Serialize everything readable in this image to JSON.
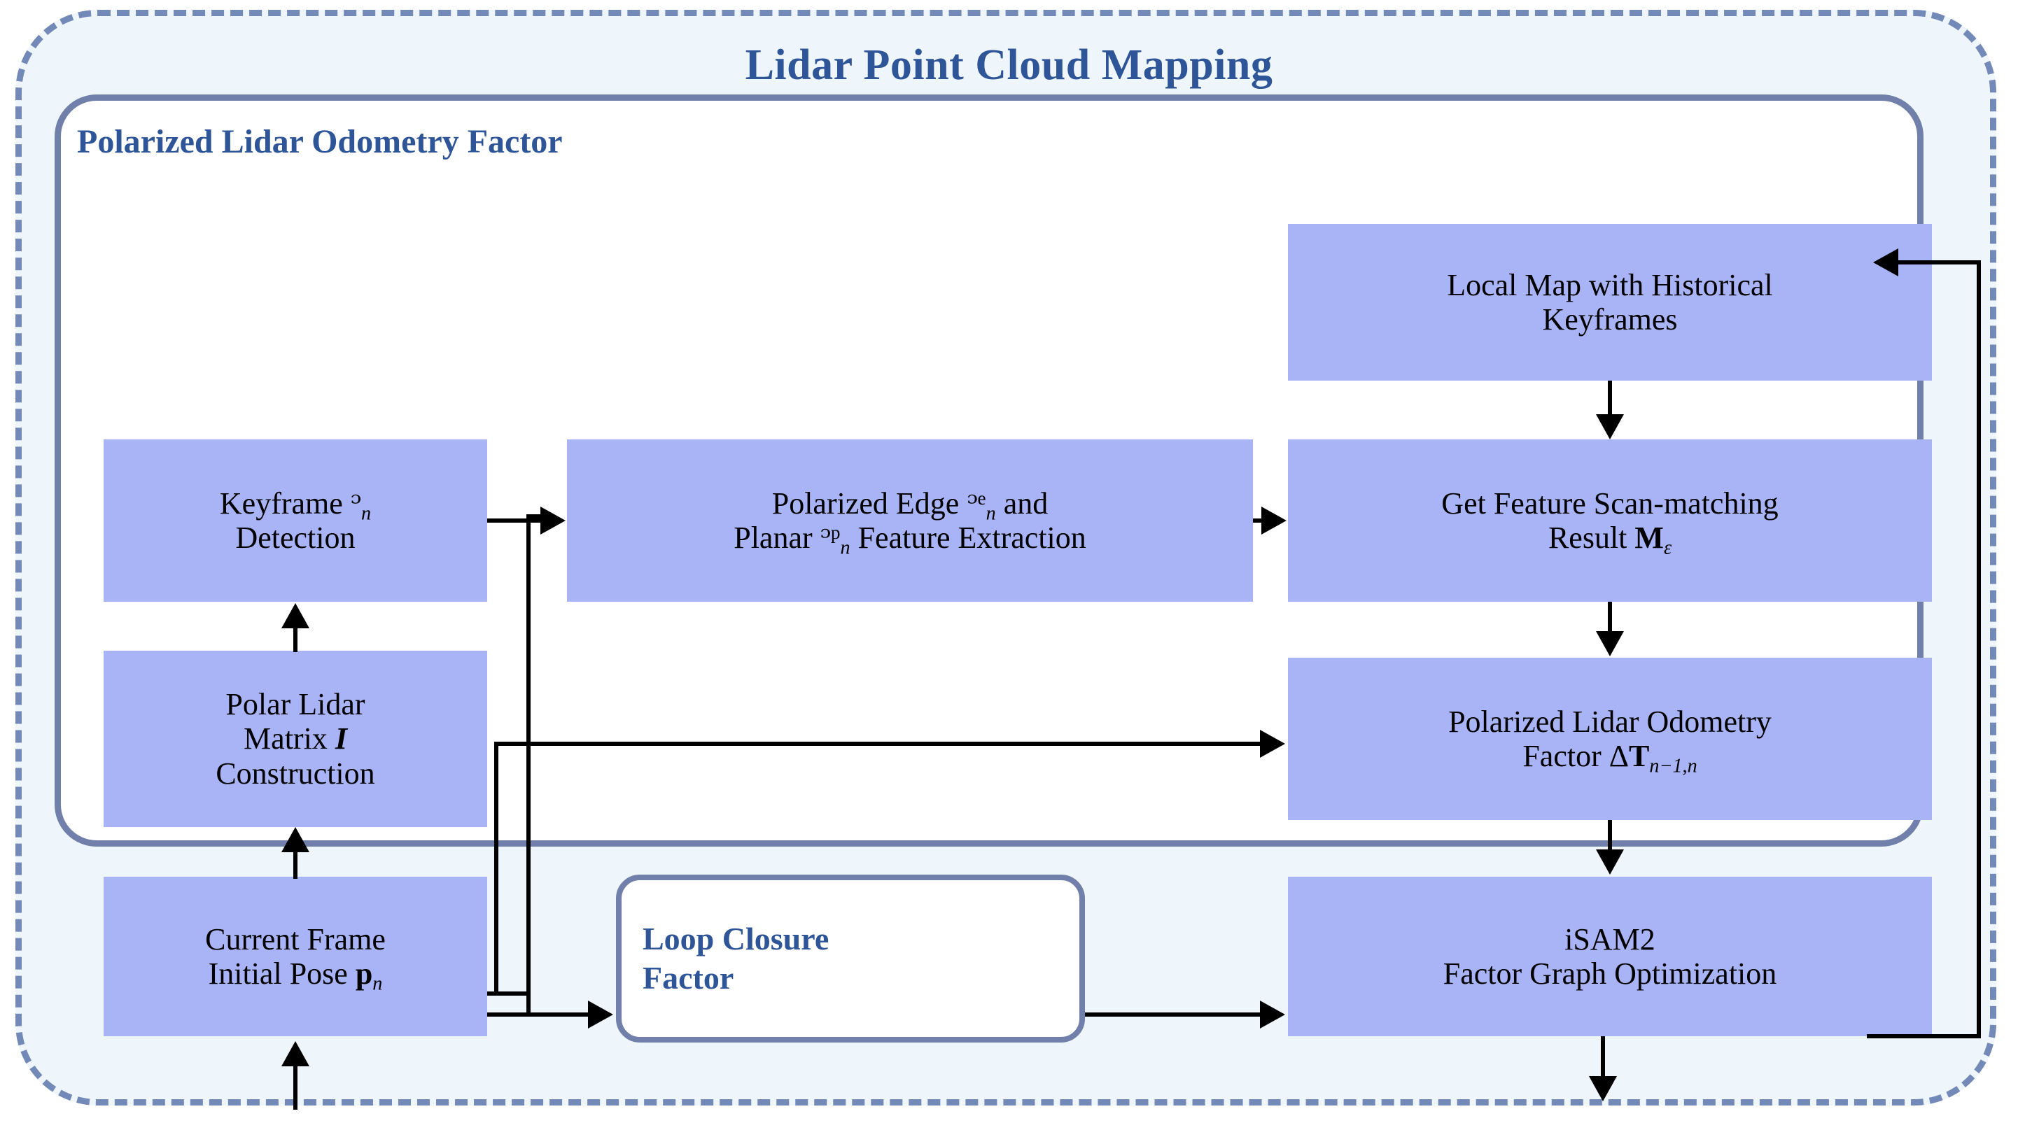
{
  "diagram": {
    "title": "Lidar Point Cloud Mapping",
    "section_title": "Polarized Lidar Odometry Factor",
    "colors": {
      "box_fill": "#a8b4f5",
      "title_blue": "#2e5597",
      "panel_border": "#7180aa",
      "dashed_border": "#7389b8",
      "outer_fill": "#eef5fb",
      "arrow": "#000000"
    },
    "nodes": {
      "local_map": {
        "label": "Local Map with Historical Keyframes",
        "line1": "Local Map with Historical",
        "line2": "Keyframes"
      },
      "keyframe_detection": {
        "label": "Keyframe F_n Detection",
        "line1_pre": "Keyframe ",
        "line1_sym": "ᵓ",
        "line1_sub": "n",
        "line2": "Detection"
      },
      "feature_extraction": {
        "label": "Polarized Edge F_n^e and Planar F_n^p Feature Extraction",
        "line1_pre": "Polarized Edge ",
        "line1_sym": "ᵓ",
        "line1_sup": "e",
        "line1_sub": "n",
        "line1_post": " and",
        "line2_pre": "Planar ",
        "line2_sym": "ᵓ",
        "line2_sup": "p",
        "line2_sub": "n",
        "line2_post": " Feature Extraction"
      },
      "scan_matching": {
        "label": "Get Feature Scan-matching Result M_e",
        "line1": "Get Feature Scan-matching",
        "line2_pre": "Result ",
        "line2_sym": "M",
        "line2_sub": "ε"
      },
      "polar_matrix": {
        "label": "Polar Lidar Matrix I Construction",
        "line1": "Polar Lidar",
        "line2_pre": "Matrix ",
        "line2_sym": "I",
        "line3": "Construction"
      },
      "odometry_factor": {
        "label": "Polarized Lidar Odometry Factor dT_n-1,n",
        "line1": "Polarized Lidar Odometry",
        "line2_pre": "Factor Δ",
        "line2_sym": "T",
        "line2_sub": "n−1,n"
      },
      "current_frame": {
        "label": "Current Frame Initial Pose p_n",
        "line1": "Current Frame",
        "line2_pre": "Initial Pose ",
        "line2_sym": "p",
        "line2_sub": "n"
      },
      "loop_closure": {
        "label": "Loop Closure Factor",
        "line1": "Loop Closure",
        "line2": "Factor"
      },
      "isam2": {
        "label": "iSAM2 Factor Graph Optimization",
        "line1": "iSAM2",
        "line2": "Factor Graph Optimization"
      }
    },
    "edges": [
      {
        "from": "local_map",
        "to": "scan_matching",
        "direction": "down"
      },
      {
        "from": "keyframe_detection",
        "to": "feature_extraction",
        "direction": "right"
      },
      {
        "from": "feature_extraction",
        "to": "scan_matching",
        "direction": "right"
      },
      {
        "from": "scan_matching",
        "to": "odometry_factor",
        "direction": "down"
      },
      {
        "from": "polar_matrix",
        "to": "keyframe_detection",
        "direction": "up"
      },
      {
        "from": "current_frame",
        "to": "polar_matrix",
        "direction": "up"
      },
      {
        "from": "current_frame",
        "to": "feature_extraction",
        "direction": "right-up"
      },
      {
        "from": "current_frame",
        "to": "odometry_factor",
        "direction": "right"
      },
      {
        "from": "current_frame",
        "to": "loop_closure",
        "direction": "right"
      },
      {
        "from": "loop_closure",
        "to": "isam2",
        "direction": "right"
      },
      {
        "from": "odometry_factor",
        "to": "isam2",
        "direction": "down"
      },
      {
        "from": "isam2",
        "to": "local_map",
        "direction": "feedback-right-up"
      },
      {
        "from": "external-below",
        "to": "current_frame",
        "direction": "up"
      },
      {
        "from": "isam2",
        "to": "external-below",
        "direction": "down"
      }
    ]
  }
}
